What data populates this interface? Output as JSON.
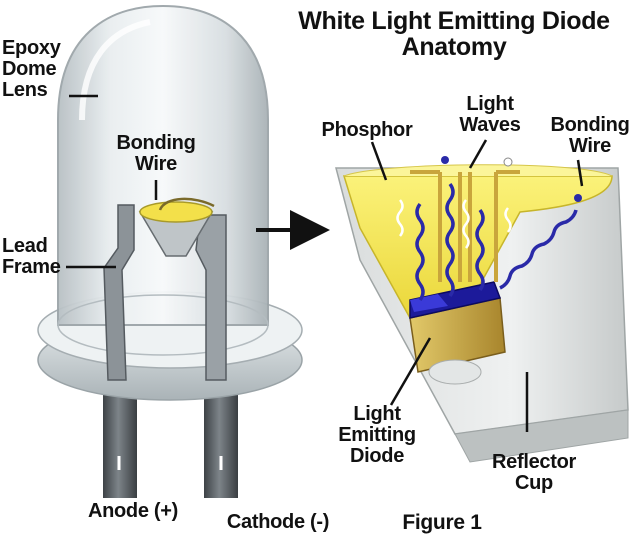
{
  "title": {
    "line1": "White Light Emitting Diode",
    "line2": "Anatomy"
  },
  "labels": {
    "epoxy_dome_lens": [
      "Epoxy",
      "Dome",
      "Lens"
    ],
    "bonding_wire_left": [
      "Bonding",
      "Wire"
    ],
    "lead_frame": [
      "Lead",
      "Frame"
    ],
    "anode": "Anode (+)",
    "cathode": "Cathode (-)",
    "phosphor": "Phosphor",
    "light_waves": [
      "Light",
      "Waves"
    ],
    "bonding_wire_right": [
      "Bonding",
      "Wire"
    ],
    "light_emitting_diode": [
      "Light",
      "Emitting",
      "Diode"
    ],
    "reflector_cup": [
      "Reflector",
      "Cup"
    ]
  },
  "figure_caption": "Figure 1",
  "colors": {
    "phosphor_yellow": "#f2e24a",
    "chip_blue": "#1c1a9a",
    "wire_blue": "#2a2aa8",
    "gold": "#c9a53c",
    "leg_grey": "#5a5f64",
    "glass": "#c9d0d4"
  }
}
